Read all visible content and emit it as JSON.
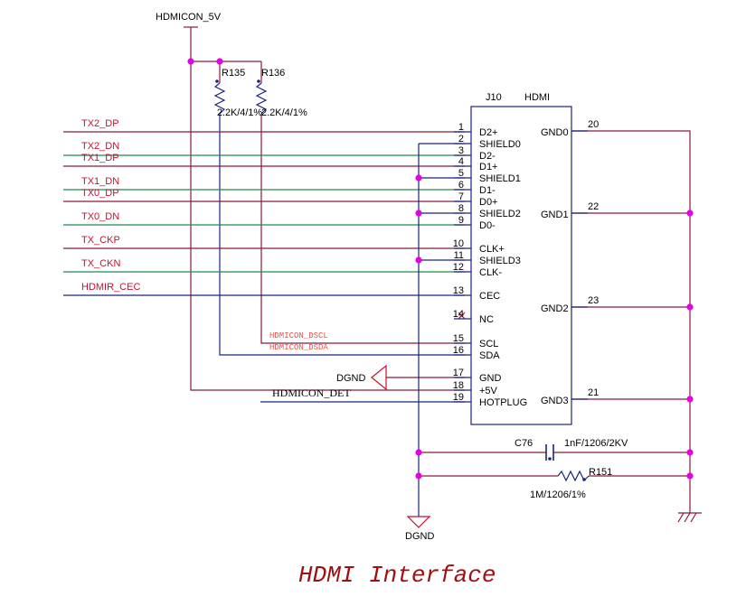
{
  "colors": {
    "wire_maroon": "#8b1a3a",
    "wire_green": "#1e8a4e",
    "wire_navy": "#1a237e",
    "label_red": "#c8102e",
    "label_salmon": "#e5534b",
    "junction": "#e600e6",
    "title": "#a01010"
  },
  "power": {
    "net_5v": "HDMICON_5V",
    "dgnd_top": "DGND",
    "dgnd_bottom": "DGND"
  },
  "resistors": {
    "r135": {
      "ref": "R135",
      "value": "2.2K/4/1%"
    },
    "r136": {
      "ref": "R136",
      "value": "2.2K/4/1%"
    },
    "r151": {
      "ref": "R151",
      "value": "1M/1206/1%"
    }
  },
  "capacitor": {
    "ref": "C76",
    "value": "1nF/1206/2KV"
  },
  "connector": {
    "ref": "J10",
    "name": "HDMI",
    "left_pins": [
      {
        "num": "1",
        "name": "D2+"
      },
      {
        "num": "2",
        "name": "SHIELD0"
      },
      {
        "num": "3",
        "name": "D2-"
      },
      {
        "num": "4",
        "name": "D1+"
      },
      {
        "num": "5",
        "name": "SHIELD1"
      },
      {
        "num": "6",
        "name": "D1-"
      },
      {
        "num": "7",
        "name": "D0+"
      },
      {
        "num": "8",
        "name": "SHIELD2"
      },
      {
        "num": "9",
        "name": "D0-"
      },
      {
        "num": "10",
        "name": "CLK+"
      },
      {
        "num": "11",
        "name": "SHIELD3"
      },
      {
        "num": "12",
        "name": "CLK-"
      },
      {
        "num": "13",
        "name": "CEC"
      },
      {
        "num": "14",
        "name": "NC"
      },
      {
        "num": "15",
        "name": "SCL"
      },
      {
        "num": "16",
        "name": "SDA"
      },
      {
        "num": "17",
        "name": "GND"
      },
      {
        "num": "18",
        "name": "+5V"
      },
      {
        "num": "19",
        "name": "HOTPLUG"
      }
    ],
    "right_pins": [
      {
        "num": "20",
        "name": "GND0"
      },
      {
        "num": "22",
        "name": "GND1"
      },
      {
        "num": "23",
        "name": "GND2"
      },
      {
        "num": "21",
        "name": "GND3"
      }
    ]
  },
  "nets": {
    "tx2_dp": "TX2_DP",
    "tx2_dn": "TX2_DN",
    "tx1_dp": "TX1_DP",
    "tx1_dn": "TX1_DN",
    "tx0_dp": "TX0_DP",
    "tx0_dn": "TX0_DN",
    "tx_ckp": "TX_CKP",
    "tx_ckn": "TX_CKN",
    "hdmir_cec": "HDMIR_CEC",
    "dscl": "HDMICON_DSCL",
    "dsda": "HDMICON_DSDA",
    "det": "HDMICON_DET"
  },
  "title": "HDMI Interface"
}
